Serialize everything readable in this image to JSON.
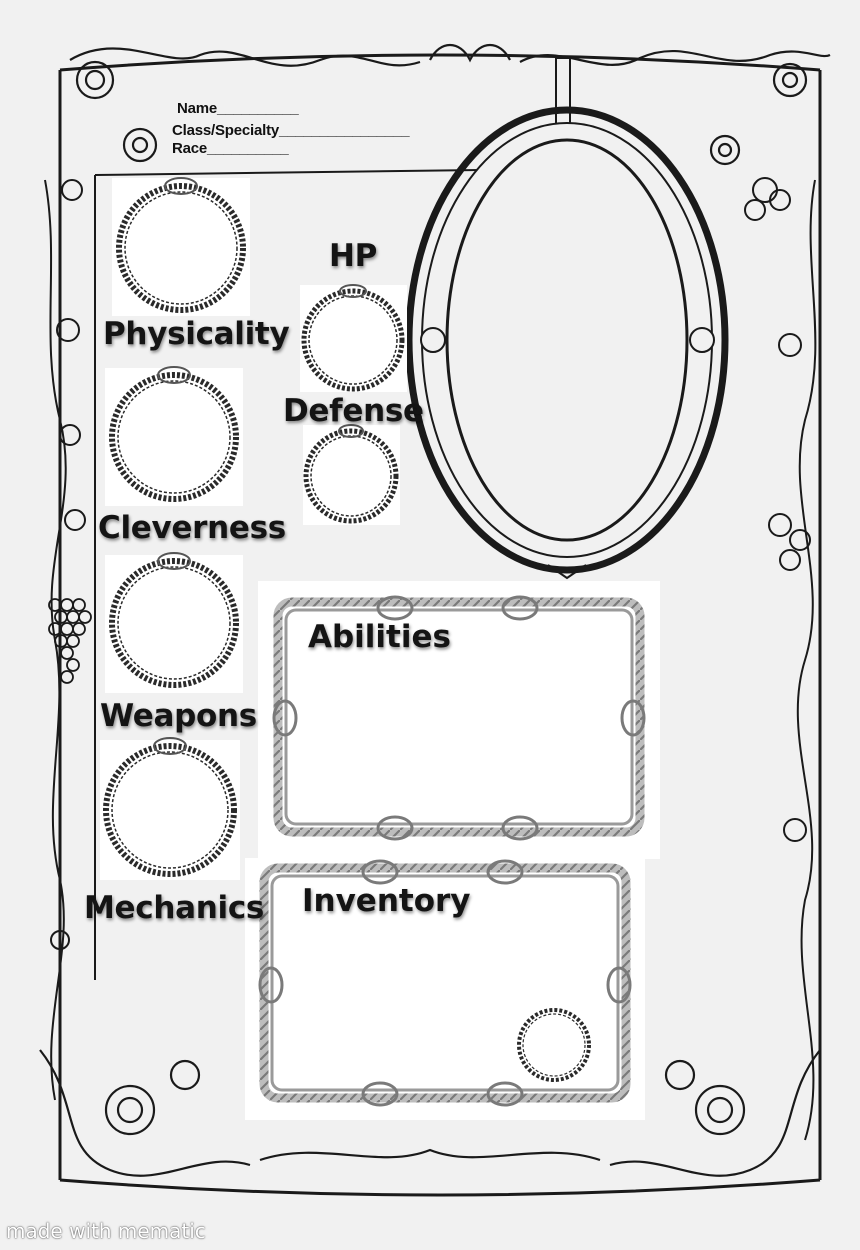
{
  "header": {
    "name_label": "Name__________",
    "class_label": "Class/Specialty________________",
    "race_label": "Race__________"
  },
  "stats": {
    "physicality": "Physicality",
    "cleverness": "Cleverness",
    "weapons": "Weapons",
    "mechanics": "Mechanics",
    "hp": "HP",
    "defense": "Defense"
  },
  "panels": {
    "abilities": "Abilities",
    "inventory": "Inventory"
  },
  "watermark": "made with mematic",
  "colors": {
    "background": "#f1f1f1",
    "ink": "#141414",
    "rope": "#9a9a9a",
    "paper": "#ffffff"
  }
}
